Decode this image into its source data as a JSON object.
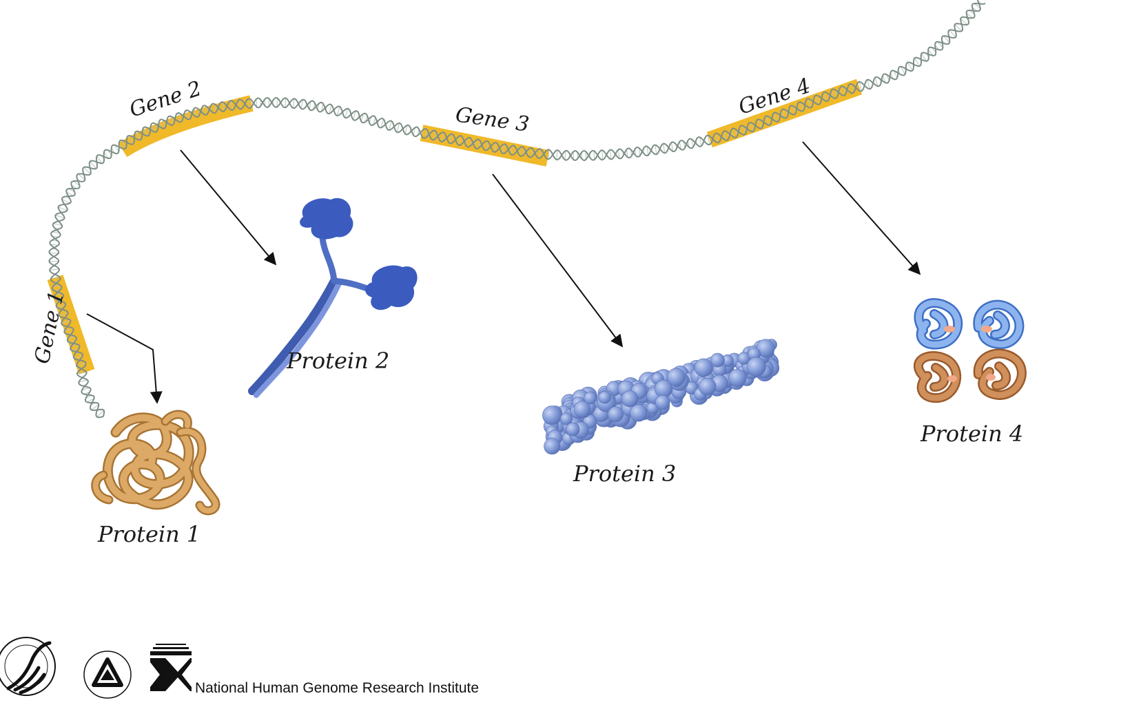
{
  "diagram": {
    "genes": [
      {
        "label": "Gene 1"
      },
      {
        "label": "Gene 2"
      },
      {
        "label": "Gene 3"
      },
      {
        "label": "Gene 4"
      }
    ],
    "proteins": [
      {
        "label": "Protein 1"
      },
      {
        "label": "Protein 2"
      },
      {
        "label": "Protein 3"
      },
      {
        "label": "Protein 4"
      }
    ],
    "colors": {
      "dna": "#7d8f86",
      "gene_highlight": "#f0b92a",
      "protein1": "#d9a05a",
      "protein2": "#4f6fc4",
      "protein3": "#7f98d6",
      "protein4_blue": "#5d8fd8",
      "protein4_orange": "#c8824f"
    }
  },
  "footer": {
    "logos": [
      "hhs-seal",
      "nih-logo",
      "nhgri-logo"
    ],
    "text": "National Human Genome Research Institute"
  }
}
